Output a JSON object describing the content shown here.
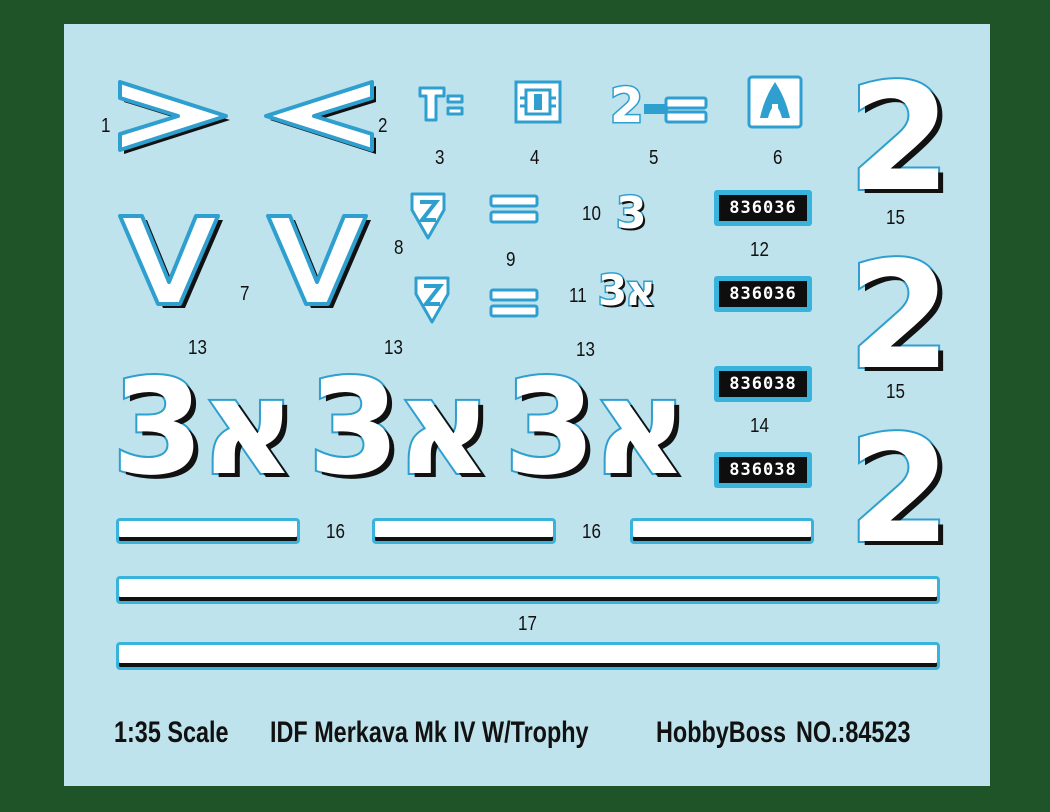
{
  "decal_numbers": {
    "n1": "1",
    "n2": "2",
    "n3": "3",
    "n4": "4",
    "n5": "5",
    "n6": "6",
    "n7": "7",
    "n8": "8",
    "n9": "9",
    "n10": "10",
    "n11": "11",
    "n12": "12",
    "n13a": "13",
    "n13b": "13",
    "n13c": "13",
    "n14": "14",
    "n15a": "15",
    "n15b": "15",
    "n16a": "16",
    "n16b": "16",
    "n17": "17"
  },
  "decals": {
    "big_digit": "2",
    "hebrew_marking": "א3",
    "hebrew_marking_small": "א3",
    "digit_three": "3",
    "plates": [
      "836036",
      "836036",
      "836038",
      "836038"
    ]
  },
  "caption": {
    "scale": "1:35 Scale",
    "title": "IDF Merkava Mk IV W/Trophy",
    "brand": "HobbyBoss",
    "product_no": "NO.:84523"
  },
  "colors": {
    "frame_green": "#1f5429",
    "sheet_blue": "#bfe3ec",
    "outline_blue": "#2f9fd0",
    "decal_white": "#ffffff",
    "shadow_black": "#111111"
  },
  "icons": [
    "chevron-right-icon",
    "chevron-left-icon",
    "chevron-down-icon",
    "unit-symbol-icon",
    "shield-z-icon",
    "equals-bar-icon",
    "trophy-emblem-icon"
  ]
}
